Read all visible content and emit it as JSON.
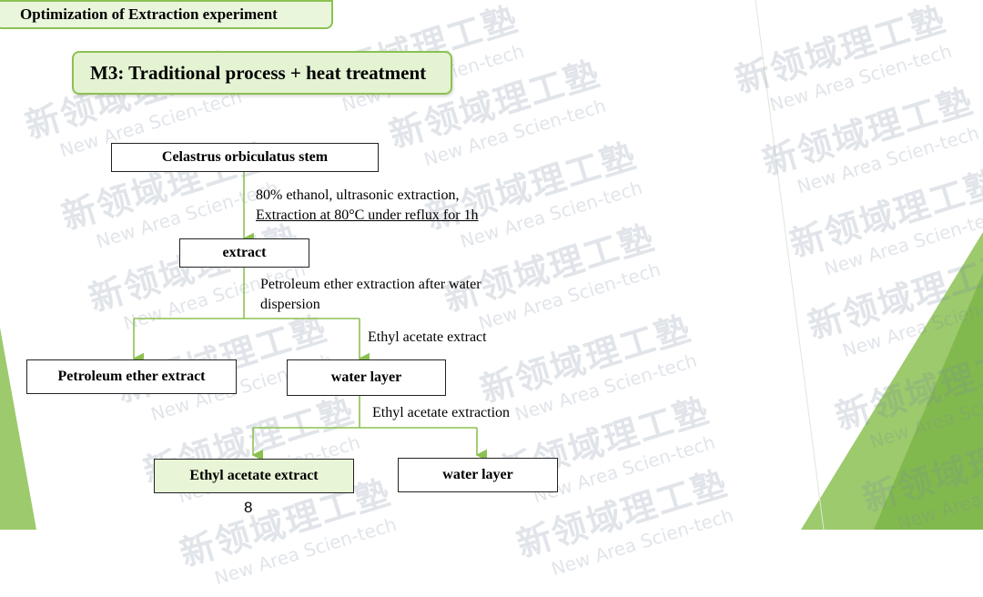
{
  "title": "Optimization of Extraction experiment",
  "subtitle": "M3: Traditional process + heat treatment",
  "page_number": "8",
  "watermark": {
    "cn": "新领域理工塾",
    "en": "New Area Scien-tech"
  },
  "nodes": {
    "stem": "Celastrus orbiculatus stem",
    "extract": "extract",
    "pe_extract": "Petroleum ether extract",
    "water_layer_1": "water layer",
    "ea_extract": "Ethyl acetate extract",
    "water_layer_2": "water layer"
  },
  "notes": {
    "step1_line1": "80% ethanol, ultrasonic extraction,",
    "step1_line2": "Extraction at 80°C under reflux for 1h",
    "step2_line1": "Petroleum ether extraction after water",
    "step2_line2": "dispersion",
    "step3": "Ethyl acetate extract",
    "step4": "Ethyl acetate extraction"
  },
  "colors": {
    "accent_green": "#8cc152",
    "light_green": "#e8f5d6",
    "arrow_green": "#8cc152"
  }
}
